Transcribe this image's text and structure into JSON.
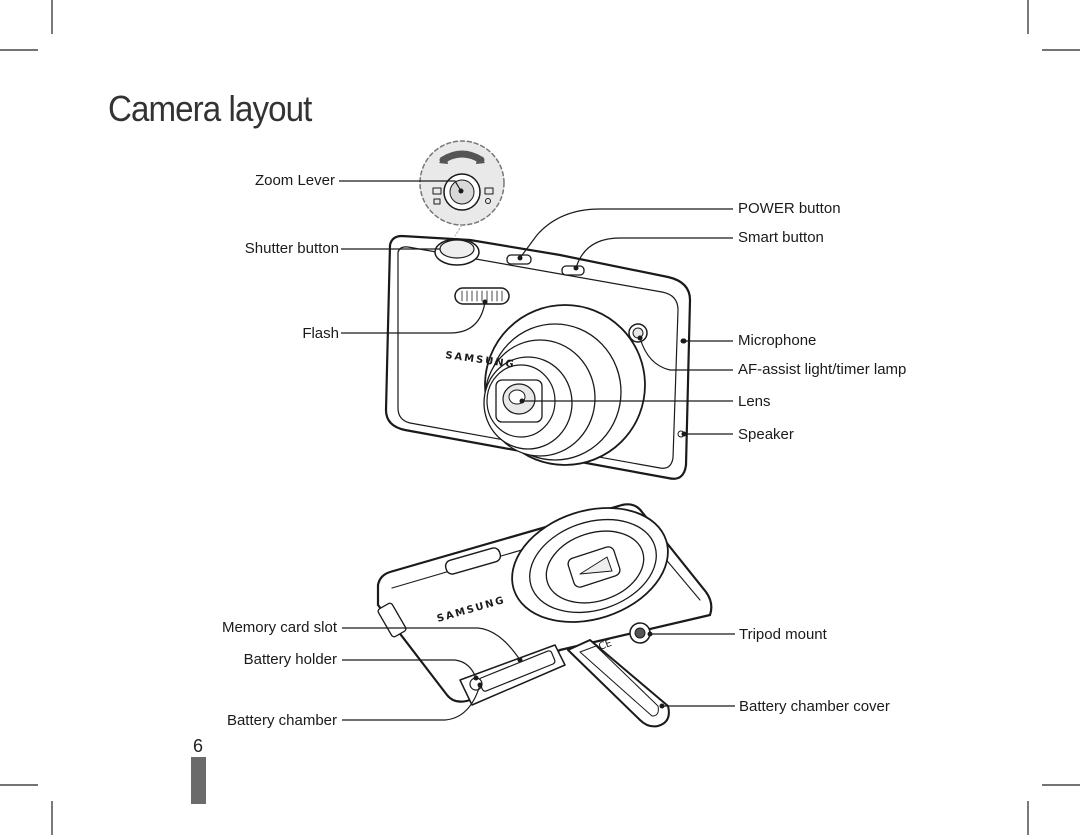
{
  "title": "Camera layout",
  "page_number": "6",
  "front_view": {
    "brand_logo": "SAMSUNG",
    "labels_left": {
      "zoom_lever": "Zoom Lever",
      "shutter_button": "Shutter button",
      "flash": "Flash"
    },
    "labels_right": {
      "power_button": "POWER button",
      "smart_button": "Smart button",
      "microphone": "Microphone",
      "af_assist": "AF-assist light/timer lamp",
      "lens": "Lens",
      "speaker": "Speaker"
    }
  },
  "bottom_view": {
    "brand_logo": "SAMSUNG",
    "labels_left": {
      "memory_card_slot": "Memory card slot",
      "battery_holder": "Battery holder",
      "battery_chamber": "Battery chamber"
    },
    "labels_right": {
      "tripod_mount": "Tripod mount",
      "battery_chamber_cover": "Battery chamber cover"
    }
  }
}
